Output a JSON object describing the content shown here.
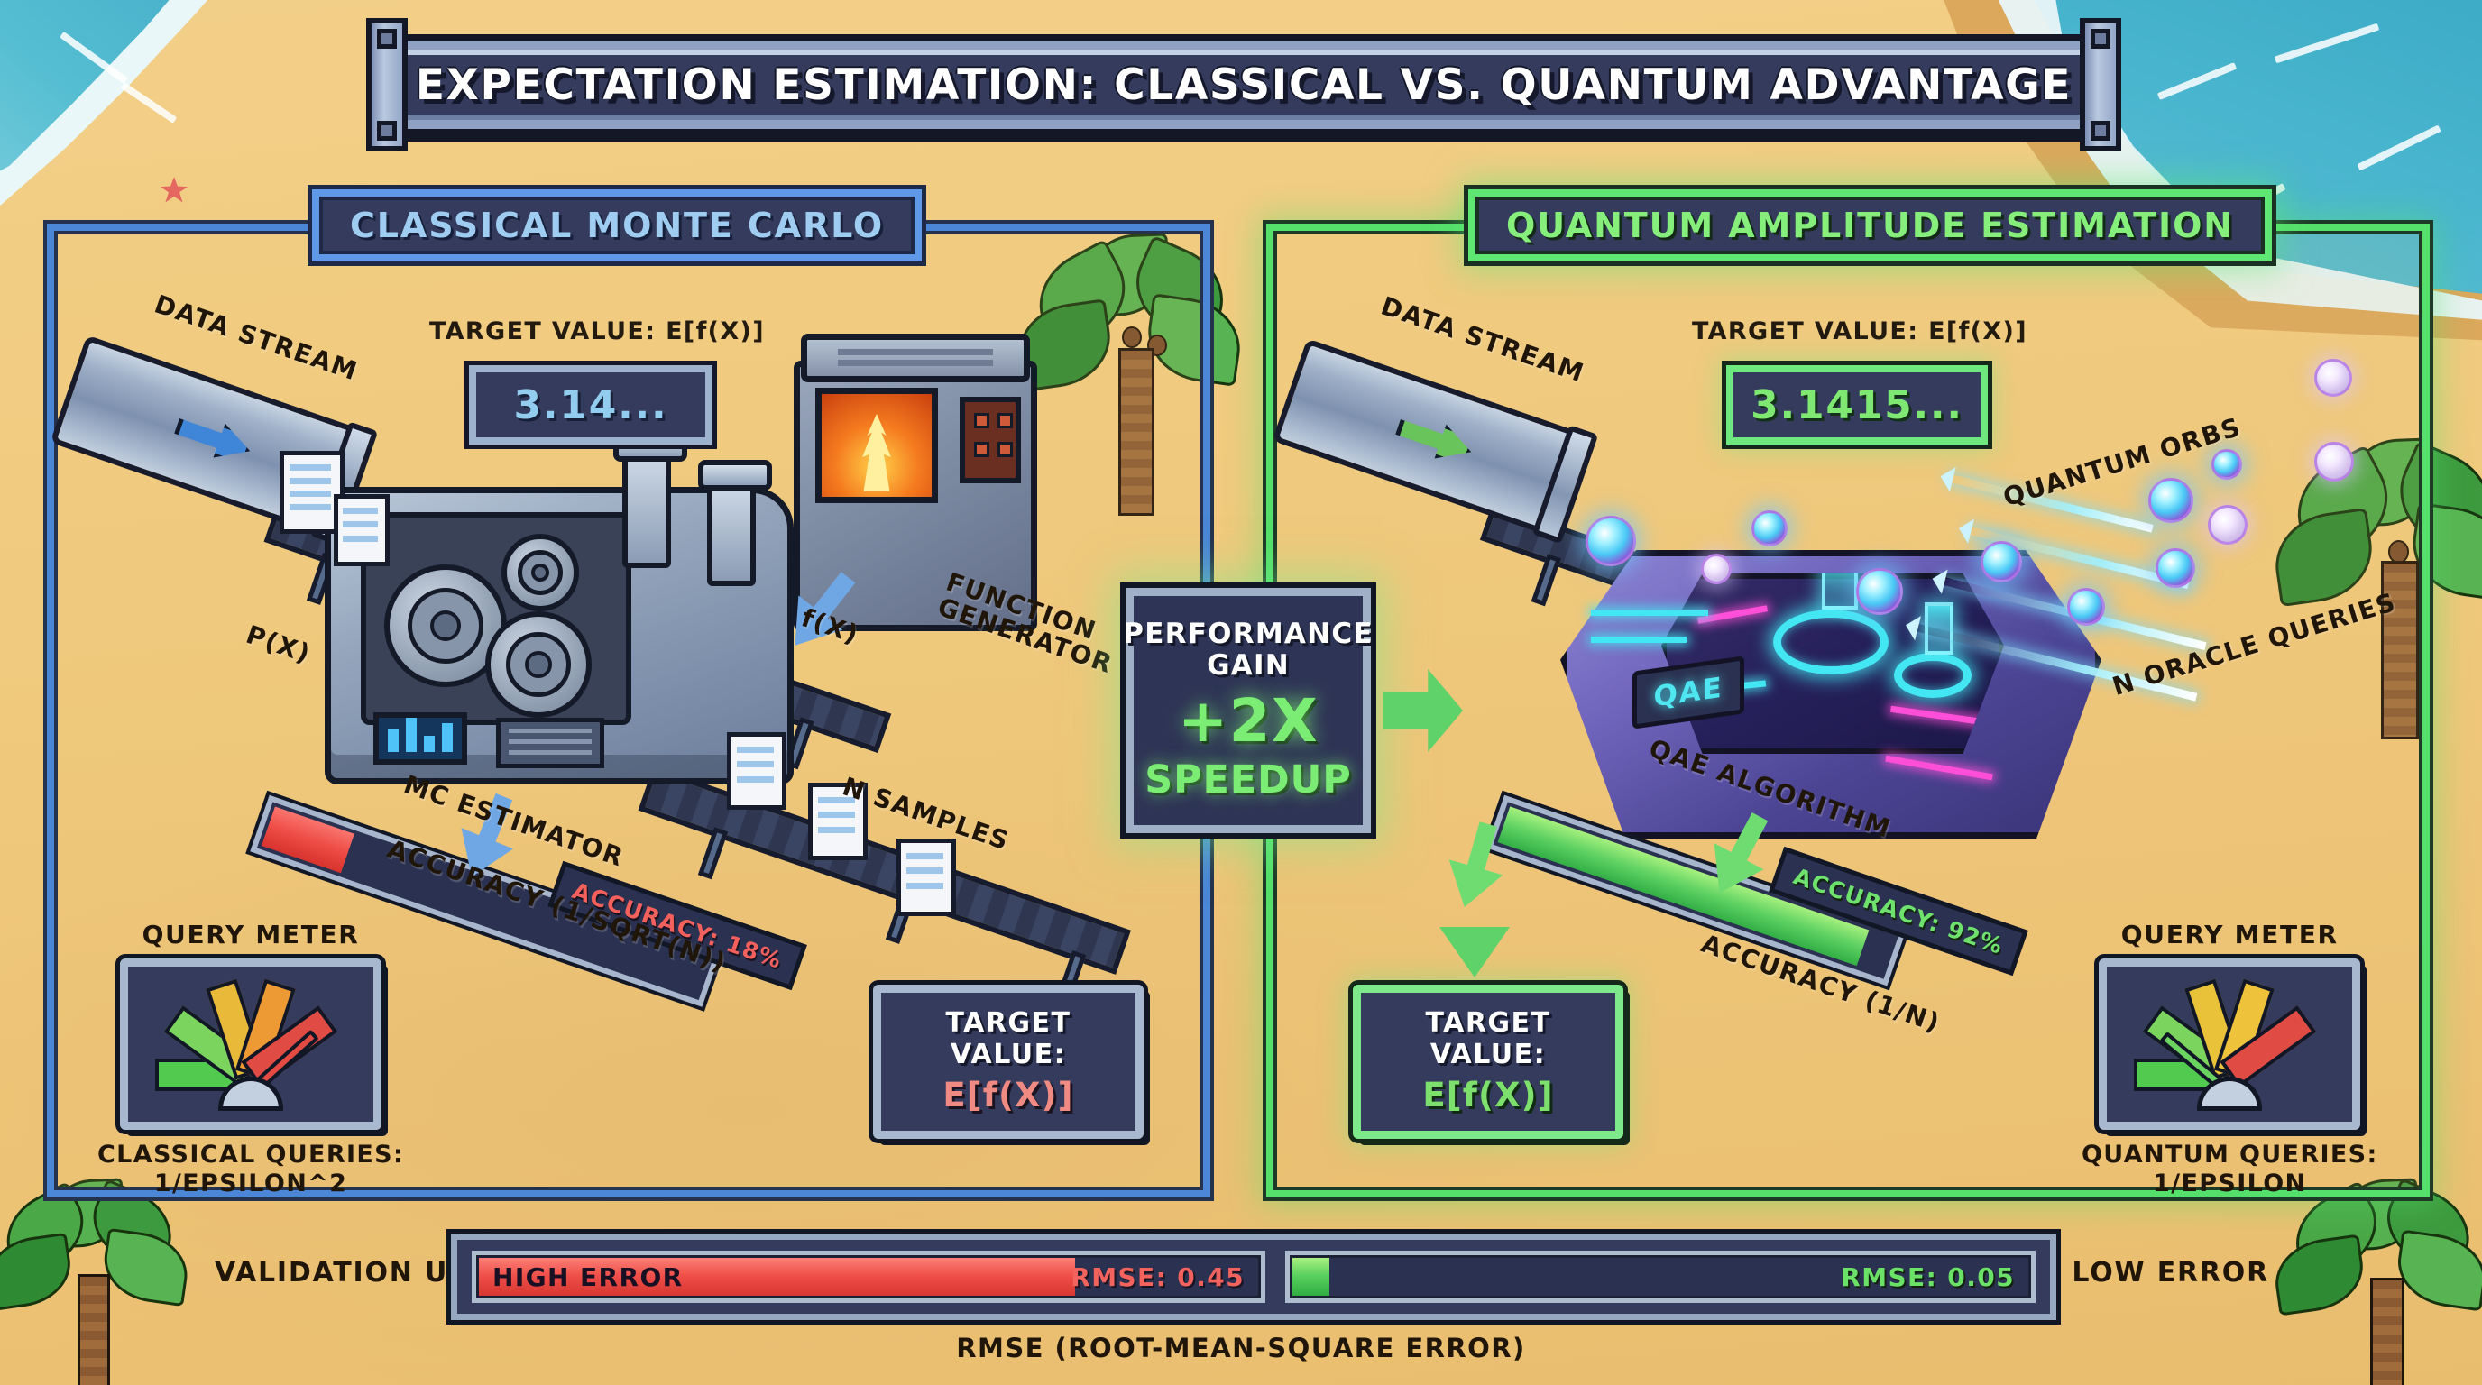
{
  "title": "EXPECTATION ESTIMATION: CLASSICAL VS. QUANTUM ADVANTAGE",
  "panels": {
    "classical": {
      "title": "CLASSICAL MONTE CARLO",
      "target_caption": "TARGET VALUE: E[f(X)]",
      "target_display": "3.14...",
      "labels": {
        "data_stream": "DATA STREAM",
        "px": "P(X)",
        "fx": "f(X)",
        "function_generator": "FUNCTION\nGENERATOR",
        "mc_estimator": "MC ESTIMATOR",
        "n_samples": "N SAMPLES",
        "accuracy_axis": "ACCURACY (1/SQRT(N))"
      },
      "accuracy_chip": "ACCURACY: 18%",
      "accuracy_percent": 18,
      "meter": {
        "title": "QUERY METER",
        "caption": "CLASSICAL QUERIES:\n1/EPSILON^2",
        "needle_zone": "red"
      },
      "target_card": {
        "line1": "TARGET VALUE:",
        "line2": "E[f(X)]"
      },
      "accent": "#4b87d6"
    },
    "quantum": {
      "title": "QUANTUM AMPLITUDE ESTIMATION",
      "target_caption": "TARGET VALUE: E[f(X)]",
      "target_display": "3.1415...",
      "labels": {
        "data_stream": "DATA STREAM",
        "quantum_orbs": "QUANTUM ORBS",
        "n_oracle_queries": "N ORACLE QUERIES",
        "qae_algorithm": "QAE ALGORITHM",
        "qae_chip": "QAE",
        "accuracy_axis": "ACCURACY (1/N)"
      },
      "accuracy_chip": "ACCURACY: 92%",
      "accuracy_percent": 92,
      "meter": {
        "title": "QUERY METER",
        "caption": "QUANTUM QUERIES:\n1/EPSILON",
        "needle_zone": "green"
      },
      "target_card": {
        "line1": "TARGET VALUE:",
        "line2": "E[f(X)]"
      },
      "accent": "#54e06a"
    }
  },
  "performance_badge": {
    "line1": "PERFORMANCE",
    "line2": "GAIN",
    "value": "+2X",
    "unit": "SPEEDUP"
  },
  "validation": {
    "label": "VALIDATION UI",
    "left_bar_text": "HIGH ERROR",
    "left_rmse": "RMSE: 0.45",
    "right_rmse": "RMSE: 0.05",
    "right_label": "LOW ERROR",
    "footnote": "RMSE (ROOT-MEAN-SQUARE ERROR)"
  },
  "chart_data": {
    "type": "bar",
    "title": "Expectation Estimation: Classical vs. Quantum Advantage",
    "categories": [
      "Classical Monte Carlo",
      "Quantum Amplitude Estimation"
    ],
    "series": [
      {
        "name": "Accuracy (%)",
        "values": [
          18,
          92
        ]
      },
      {
        "name": "RMSE",
        "values": [
          0.45,
          0.05
        ]
      }
    ],
    "annotations": [
      "Classical queries: 1/EPSILON^2",
      "Quantum queries: 1/EPSILON",
      "Classical accuracy scales as 1/SQRT(N)",
      "Quantum accuracy scales as 1/N",
      "Performance gain: +2X SPEEDUP"
    ],
    "xlabel": "",
    "ylabel": "Accuracy (%)",
    "ylim": [
      0,
      100
    ],
    "grid": false,
    "legend_position": "none"
  }
}
